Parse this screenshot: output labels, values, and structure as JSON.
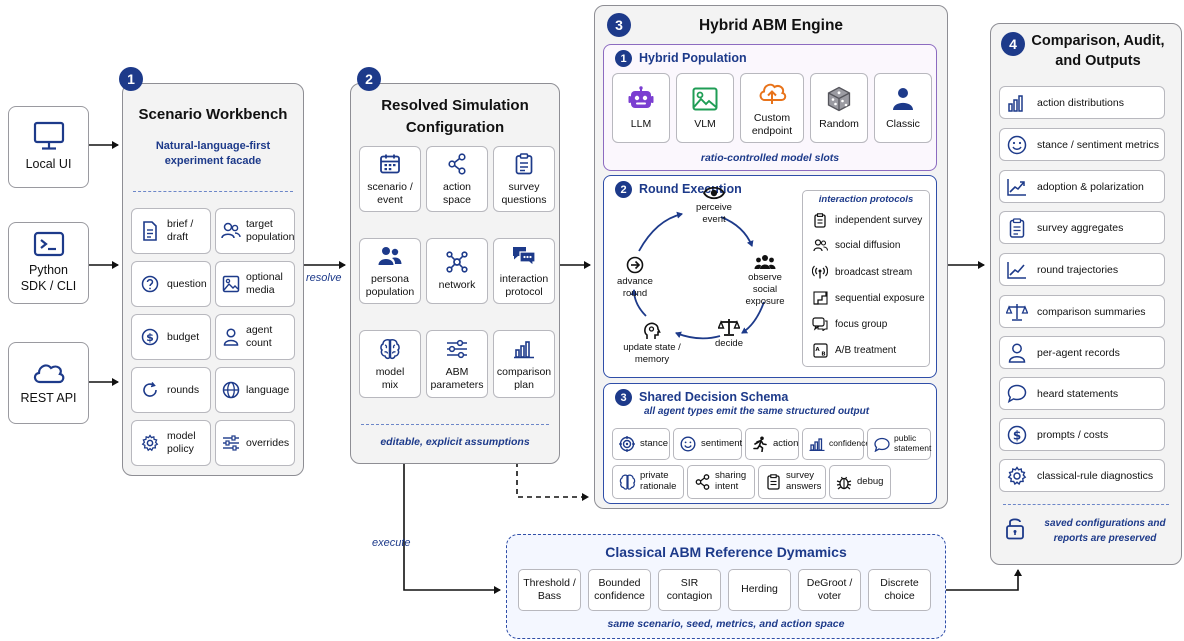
{
  "entry_points": [
    {
      "label": "Local UI",
      "icon": "monitor-icon"
    },
    {
      "label": "Python\nSDK / CLI",
      "icon": "terminal-icon"
    },
    {
      "label": "REST API",
      "icon": "cloud-icon"
    }
  ],
  "workbench": {
    "number": "1",
    "title": "Scenario Workbench",
    "subtitle": "Natural-language-first\nexperiment facade",
    "items": [
      {
        "label": "brief /\ndraft",
        "icon": "document-icon"
      },
      {
        "label": "target\npopulation",
        "icon": "users-icon"
      },
      {
        "label": "question",
        "icon": "question-icon"
      },
      {
        "label": "optional\nmedia",
        "icon": "image-icon"
      },
      {
        "label": "budget",
        "icon": "dollar-icon"
      },
      {
        "label": "agent\ncount",
        "icon": "person-icon"
      },
      {
        "label": "rounds",
        "icon": "refresh-icon"
      },
      {
        "label": "language",
        "icon": "globe-icon"
      },
      {
        "label": "model\npolicy",
        "icon": "gear-icon"
      },
      {
        "label": "overrides",
        "icon": "sliders-icon"
      }
    ]
  },
  "config": {
    "number": "2",
    "title": "Resolved Simulation\nConfiguration",
    "items": [
      {
        "label": "scenario /\nevent",
        "icon": "calendar-icon"
      },
      {
        "label": "action\nspace",
        "icon": "share-icon"
      },
      {
        "label": "survey\nquestions",
        "icon": "clipboard-icon"
      },
      {
        "label": "persona\npopulation",
        "icon": "people-icon"
      },
      {
        "label": "network",
        "icon": "network-icon"
      },
      {
        "label": "interaction\nprotocol",
        "icon": "chat-icon"
      },
      {
        "label": "model\nmix",
        "icon": "brain-icon"
      },
      {
        "label": "ABM\nparameters",
        "icon": "sliders-icon"
      },
      {
        "label": "comparison\nplan",
        "icon": "bar-chart-icon"
      }
    ],
    "footer": "editable, explicit assumptions"
  },
  "flows": {
    "resolve": "resolve",
    "execute": "execute"
  },
  "engine": {
    "number": "3",
    "title": "Hybrid ABM Engine",
    "population": {
      "number": "1",
      "title": "Hybrid Population",
      "models": [
        {
          "label": "LLM",
          "icon": "robot-icon"
        },
        {
          "label": "VLM",
          "icon": "image-icon"
        },
        {
          "label": "Custom\nendpoint",
          "icon": "cloud-upload-icon"
        },
        {
          "label": "Random",
          "icon": "dice-icon"
        },
        {
          "label": "Classic",
          "icon": "person-icon"
        }
      ],
      "footer": "ratio-controlled model slots"
    },
    "round": {
      "number": "2",
      "title": "Round Execution",
      "steps": [
        {
          "label": "perceive\nevent",
          "icon": "eye-icon"
        },
        {
          "label": "observe\nsocial\nexposure",
          "icon": "group-icon"
        },
        {
          "label": "decide",
          "icon": "scale-icon"
        },
        {
          "label": "update state /\nmemory",
          "icon": "head-icon"
        },
        {
          "label": "advance\nround",
          "icon": "arrow-circle-icon"
        }
      ],
      "protocols_title": "interaction protocols",
      "protocols": [
        {
          "label": "independent survey",
          "icon": "clipboard-icon"
        },
        {
          "label": "social diffusion",
          "icon": "users-icon"
        },
        {
          "label": "broadcast stream",
          "icon": "broadcast-icon"
        },
        {
          "label": "sequential exposure",
          "icon": "sequence-icon"
        },
        {
          "label": "focus group",
          "icon": "chat-icon"
        },
        {
          "label": "A/B treatment",
          "icon": "ab-icon"
        }
      ]
    },
    "schema": {
      "number": "3",
      "title": "Shared Decision Schema",
      "subtitle": "all agent types emit the same structured output",
      "fields": [
        {
          "label": "stance",
          "icon": "target-icon"
        },
        {
          "label": "sentiment",
          "icon": "smile-icon"
        },
        {
          "label": "action",
          "icon": "run-icon"
        },
        {
          "label": "confidence",
          "icon": "bar-chart-icon"
        },
        {
          "label": "public\nstatement",
          "icon": "chat-icon"
        },
        {
          "label": "private\nrationale",
          "icon": "brain-icon"
        },
        {
          "label": "sharing\nintent",
          "icon": "share-icon"
        },
        {
          "label": "survey\nanswers",
          "icon": "clipboard-icon"
        },
        {
          "label": "debug",
          "icon": "bug-icon"
        }
      ]
    }
  },
  "classical": {
    "title": "Classical ABM Reference Dymamics",
    "models": [
      "Threshold /\nBass",
      "Bounded\nconfidence",
      "SIR\ncontagion",
      "Herding",
      "DeGroot /\nvoter",
      "Discrete\nchoice"
    ],
    "footer": "same scenario, seed, metrics, and action space"
  },
  "outputs": {
    "number": "4",
    "title": "Comparison, Audit,\nand Outputs",
    "items": [
      {
        "label": "action distributions",
        "icon": "bar-chart-icon"
      },
      {
        "label": "stance / sentiment metrics",
        "icon": "smile-icon"
      },
      {
        "label": "adoption & polarization",
        "icon": "trend-icon"
      },
      {
        "label": "survey aggregates",
        "icon": "clipboard-icon"
      },
      {
        "label": "round trajectories",
        "icon": "trend-icon"
      },
      {
        "label": "comparison summaries",
        "icon": "scale-icon"
      },
      {
        "label": "per-agent records",
        "icon": "person-icon"
      },
      {
        "label": "heard statements",
        "icon": "chat-icon"
      },
      {
        "label": "prompts / costs",
        "icon": "dollar-icon"
      },
      {
        "label": "classical-rule diagnostics",
        "icon": "gear-icon"
      }
    ],
    "footer": "saved configurations and\nreports are preserved"
  },
  "colors": {
    "accent": "#1d3a8a",
    "purple": "#7b3fd1",
    "green": "#1f9d55",
    "orange": "#e8731a"
  }
}
